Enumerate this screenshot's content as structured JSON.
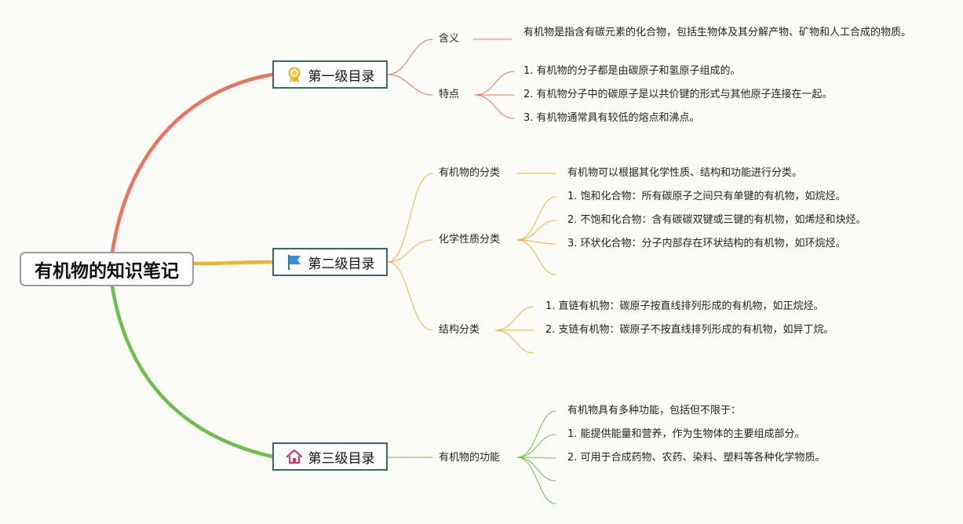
{
  "root": {
    "title": "有机物的知识笔记"
  },
  "branches": [
    {
      "label": "第一级目录",
      "icon": "award-medal-icon",
      "color": "#f07060",
      "children": [
        {
          "label": "含义",
          "items": [
            "有机物是指含有碳元素的化合物，包括生物体及其分解产物、矿物和人工合成的物质。"
          ]
        },
        {
          "label": "特点",
          "items": [
            "1. 有机物的分子都是由碳原子和氢原子组成的。",
            "2. 有机物分子中的碳原子是以共价键的形式与其他原子连接在一起。",
            "3. 有机物通常具有较低的熔点和沸点。"
          ]
        }
      ]
    },
    {
      "label": "第二级目录",
      "icon": "flag-icon",
      "color": "#f4b030",
      "children": [
        {
          "label": "有机物的分类",
          "items": [
            "有机物可以根据其化学性质、结构和功能进行分类。"
          ]
        },
        {
          "label": "化学性质分类",
          "items": [
            "1. 饱和化合物：所有碳原子之间只有单键的有机物，如烷烃。",
            "2. 不饱和化合物：含有碳碳双键或三键的有机物，如烯烃和炔烃。",
            "3. 环状化合物：分子内部存在环状结构的有机物，如环烷烃。",
            ""
          ]
        },
        {
          "label": "结构分类",
          "items": [
            "1. 直链有机物：碳原子按直线排列形成的有机物，如正烷烃。",
            "2. 支链有机物：碳原子不按直线排列形成的有机物，如异丁烷。",
            ""
          ]
        }
      ]
    },
    {
      "label": "第三级目录",
      "icon": "home-icon",
      "color": "#6cc04a",
      "children": [
        {
          "label": "有机物的功能",
          "items": [
            "有机物具有多种功能，包括但不限于：",
            "1. 能提供能量和营养，作为生物体的主要组成部分。",
            "2. 可用于合成药物、农药、染料、塑料等各种化学物质。",
            "",
            "",
            ""
          ]
        }
      ]
    }
  ]
}
